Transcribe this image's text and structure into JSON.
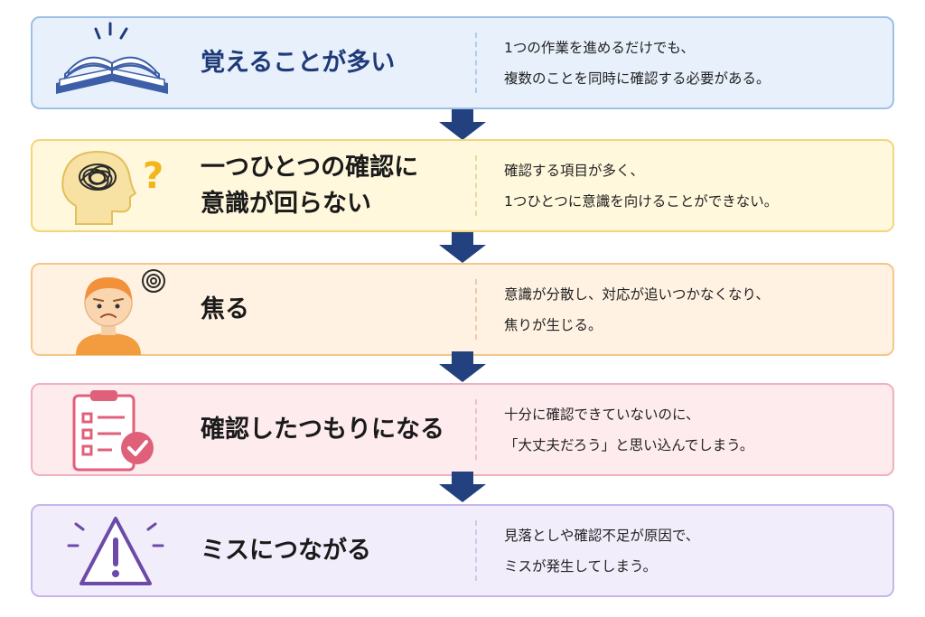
{
  "steps": [
    {
      "title": "覚えることが多い",
      "icon": "open-book-icon",
      "desc": [
        "1つの作業を進めるだけでも、",
        "複数のことを同時に確認する必要がある。"
      ]
    },
    {
      "title": "一つひとつの確認に\n意識が回らない",
      "icon": "confused-head-icon",
      "desc": [
        "確認する項目が多く、",
        "1つひとつに意識を向けることができない。"
      ]
    },
    {
      "title": "焦る",
      "icon": "worried-person-icon",
      "desc": [
        "意識が分散し、対応が追いつかなくなり、",
        "焦りが生じる。"
      ]
    },
    {
      "title": "確認したつもりになる",
      "icon": "checklist-icon",
      "desc": [
        "十分に確認できていないのに、",
        "「大丈夫だろう」と思い込んでしまう。"
      ]
    },
    {
      "title": "ミスにつながる",
      "icon": "warning-icon",
      "desc": [
        "見落としや確認不足が原因で、",
        "ミスが発生してしまう。"
      ]
    }
  ],
  "colors": {
    "arrow": "#23407f",
    "title_blue": "#1f3a78",
    "card_backgrounds": [
      "#e7f0fb",
      "#fff8dc",
      "#fff2e2",
      "#fdebee",
      "#f1edfb"
    ]
  }
}
